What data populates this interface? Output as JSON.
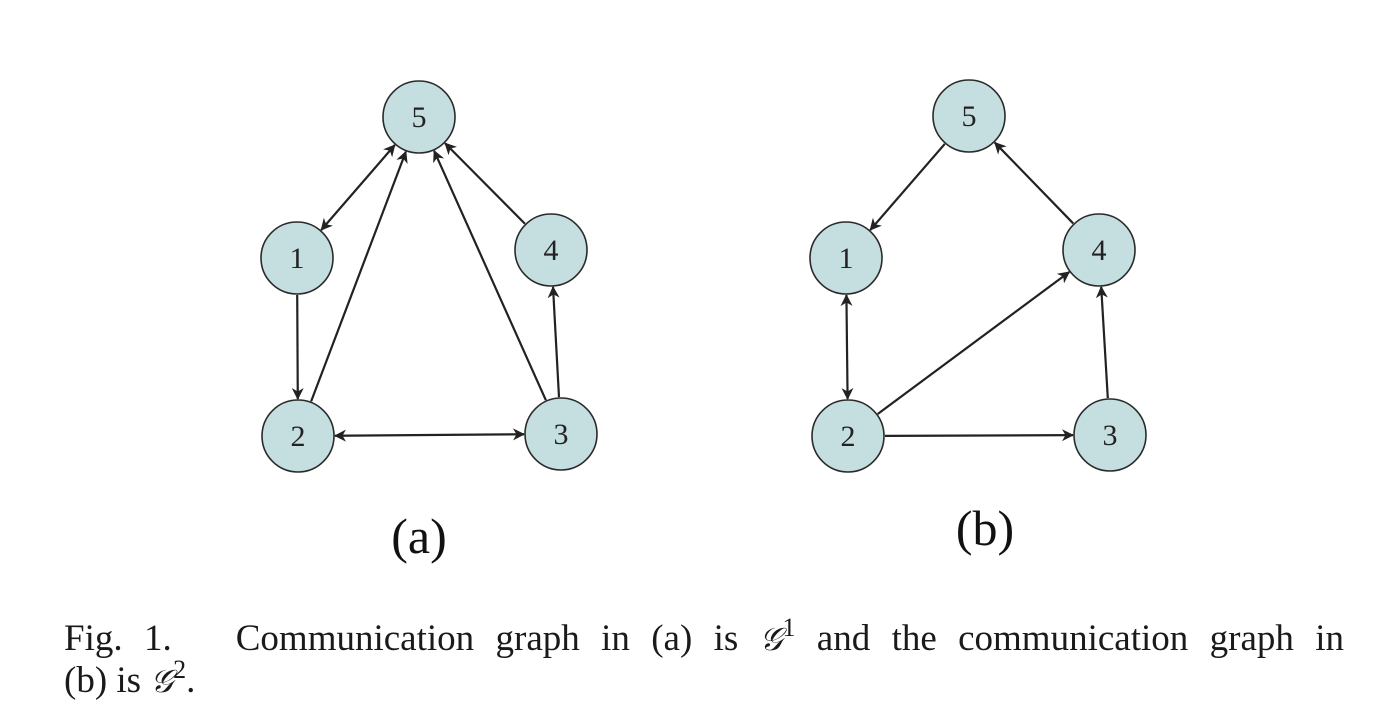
{
  "graphs": [
    {
      "id": "a",
      "sublabel": "(a)",
      "nodes": [
        {
          "id": "5",
          "label": "5"
        },
        {
          "id": "1",
          "label": "1"
        },
        {
          "id": "4",
          "label": "4"
        },
        {
          "id": "2",
          "label": "2"
        },
        {
          "id": "3",
          "label": "3"
        }
      ],
      "edges": [
        {
          "from": "1",
          "to": "5",
          "bidirectional": true
        },
        {
          "from": "1",
          "to": "2",
          "bidirectional": false
        },
        {
          "from": "2",
          "to": "5",
          "bidirectional": false
        },
        {
          "from": "3",
          "to": "5",
          "bidirectional": false
        },
        {
          "from": "4",
          "to": "5",
          "bidirectional": false
        },
        {
          "from": "3",
          "to": "4",
          "bidirectional": false
        },
        {
          "from": "2",
          "to": "3",
          "bidirectional": true
        }
      ]
    },
    {
      "id": "b",
      "sublabel": "(b)",
      "nodes": [
        {
          "id": "5",
          "label": "5"
        },
        {
          "id": "1",
          "label": "1"
        },
        {
          "id": "4",
          "label": "4"
        },
        {
          "id": "2",
          "label": "2"
        },
        {
          "id": "3",
          "label": "3"
        }
      ],
      "edges": [
        {
          "from": "5",
          "to": "1",
          "bidirectional": false
        },
        {
          "from": "4",
          "to": "5",
          "bidirectional": false
        },
        {
          "from": "1",
          "to": "2",
          "bidirectional": true
        },
        {
          "from": "2",
          "to": "4",
          "bidirectional": false
        },
        {
          "from": "2",
          "to": "3",
          "bidirectional": false
        },
        {
          "from": "3",
          "to": "4",
          "bidirectional": false
        }
      ]
    }
  ],
  "caption": {
    "prefix": "Fig. 1.",
    "part1": "Communication graph in (a) is",
    "symbol": "𝒢",
    "sup1": "1",
    "part2": "and the communication graph in",
    "part3": "(b) is",
    "sup2": "2",
    "end": "."
  }
}
